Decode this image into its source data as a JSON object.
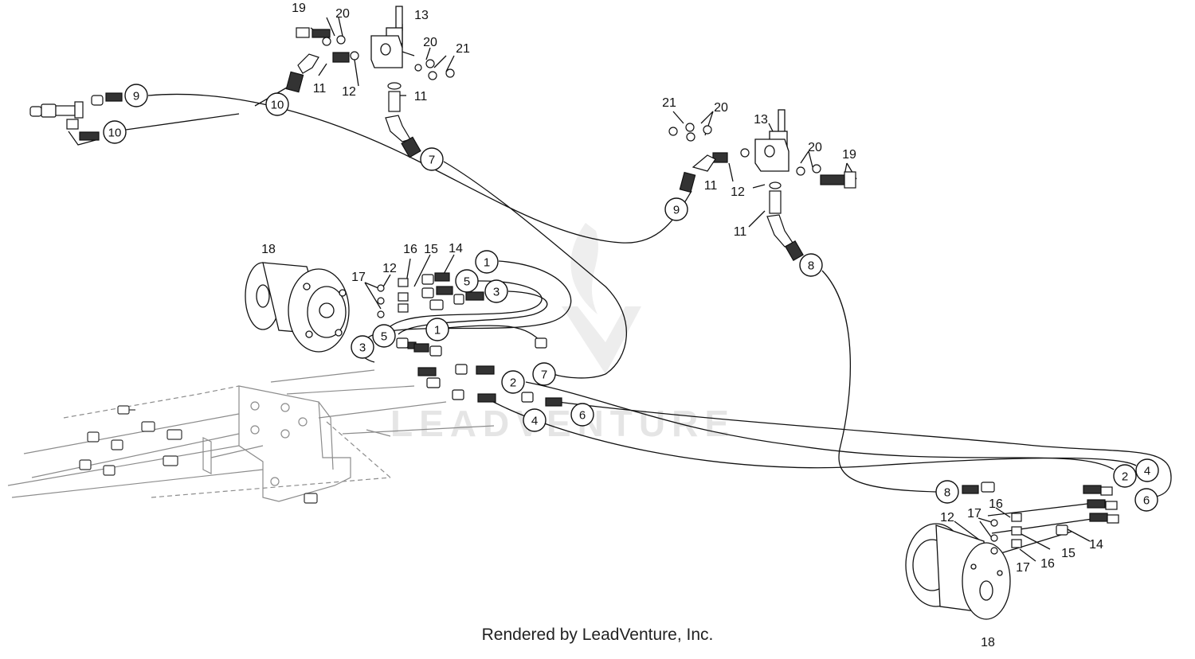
{
  "footer": "Rendered by LeadVenture, Inc.",
  "watermark": "LEADVENTURE",
  "ring_labels": {
    "c10a": "10",
    "c9a": "9",
    "c10b": "10",
    "c7a": "7",
    "c9b": "9",
    "c8a": "8",
    "c1a": "1",
    "c5a": "5",
    "c3a": "3",
    "c5b": "5",
    "c1b": "1",
    "c3b": "3",
    "c7b": "7",
    "c2a": "2",
    "c6a": "6",
    "c4a": "4",
    "c8b": "8",
    "c2b": "2",
    "c4b": "4",
    "c6b": "6"
  },
  "plain_labels": {
    "t19a": "19",
    "t20a": "20",
    "t13a": "13",
    "t20b": "20",
    "t21a": "21",
    "t11a": "11",
    "t12a": "12",
    "t11b": "11",
    "t21b": "21",
    "t20c": "20",
    "t13b": "13",
    "t20d": "20",
    "t19b": "19",
    "t11c": "11",
    "t12b": "12",
    "t11d": "11",
    "t18a": "18",
    "t17a": "17",
    "t12c": "12",
    "t16a": "16",
    "t15a": "15",
    "t14a": "14",
    "t12d": "12",
    "t17b": "17",
    "t16b": "16",
    "t15b": "15",
    "t14b": "14",
    "t17c": "17",
    "t16c": "16",
    "t18b": "18"
  }
}
